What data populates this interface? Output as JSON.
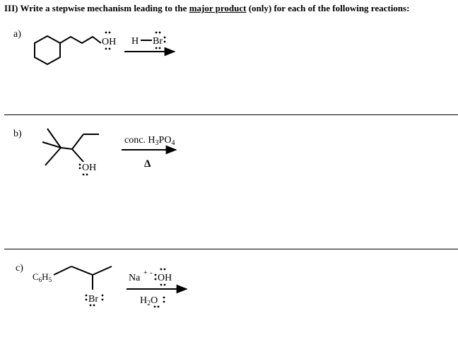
{
  "heading": {
    "prefix": "III)  Write a stepwise mechanism leading to the ",
    "underlined": "major product",
    "suffix": " (only) for each of the following reactions:"
  },
  "parts": [
    {
      "label": "a)",
      "substituent": "OH",
      "reagent_h": "H",
      "reagent_br": "Br"
    },
    {
      "label": "b)",
      "substituent": "OH",
      "reagent_prefix": "conc. H",
      "reagent_sub1": "3",
      "reagent_mid": "PO",
      "reagent_sub2": "4",
      "heat_symbol": "Δ"
    },
    {
      "label": "c)",
      "phenyl_c": "C",
      "phenyl_sub1": "6",
      "phenyl_h": "H",
      "phenyl_sub2": "5",
      "substituent": "Br",
      "reagent_na": "Na",
      "reagent_plus": "+",
      "reagent_minus": "-",
      "reagent_oh": "OH",
      "solvent_h": "H",
      "solvent_sub": "2",
      "solvent_o": "O"
    }
  ]
}
